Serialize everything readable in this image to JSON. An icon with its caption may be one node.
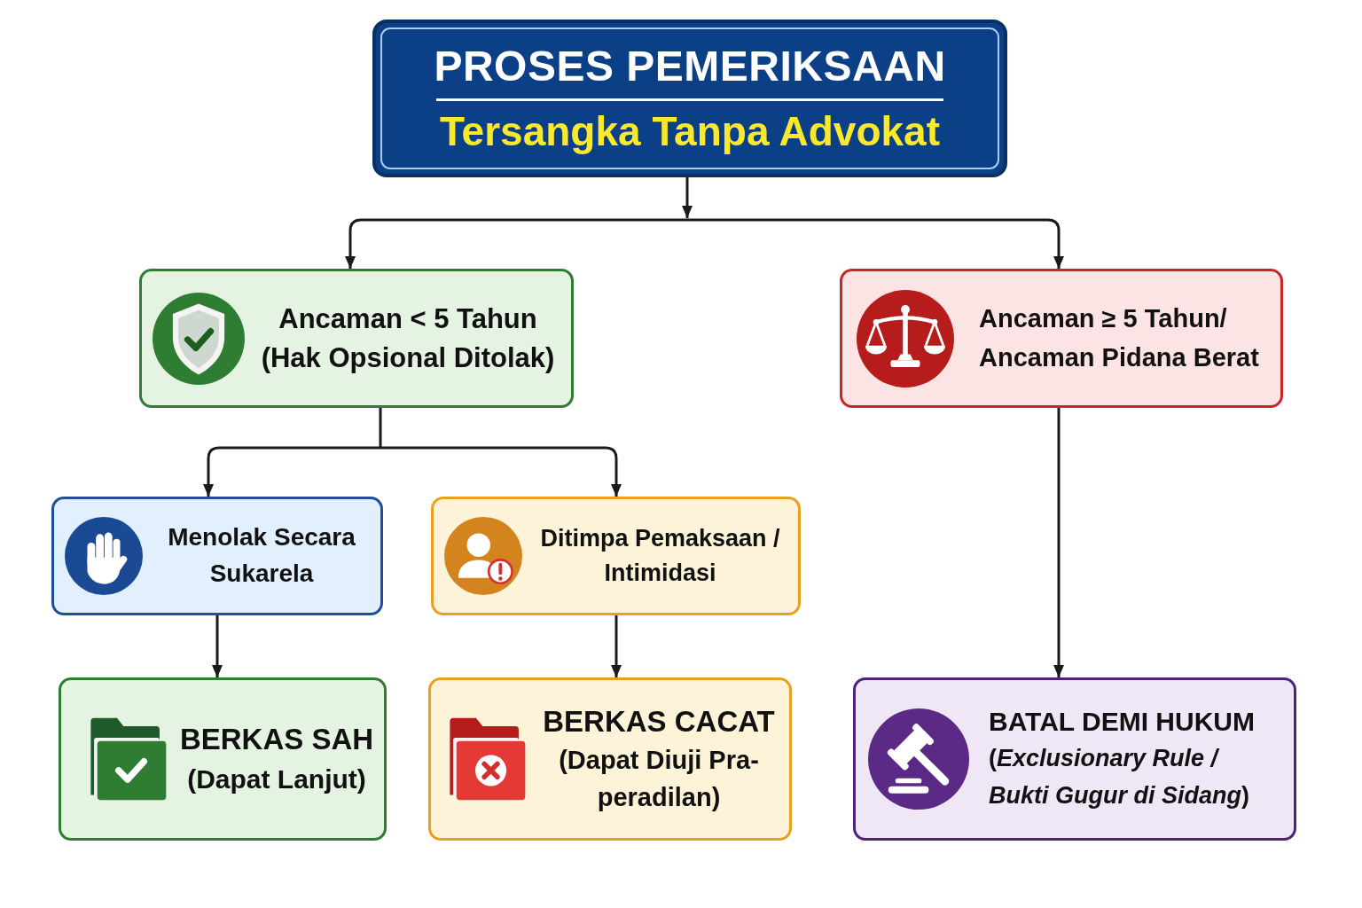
{
  "diagram": {
    "nodes": [
      {
        "text": [
          "PROSES PEMERIKSAAN",
          "Tersangka Tanpa Advokat"
        ]
      },
      {
        "text": [
          "Ancaman < 5 Tahun",
          "(Hak Opsional Ditolak)"
        ]
      },
      {
        "text": [
          "Ancaman ≥ 5 Tahun/ Ancaman Pidana Berat"
        ]
      },
      {
        "text": [
          "Menolak Secara Sukarela"
        ]
      },
      {
        "text": [
          "Ditimpa Pemaksaan / Intimidasi"
        ]
      },
      {
        "text": [
          "BERKAS SAH",
          "(Dapat Lanjut)"
        ]
      },
      {
        "text": [
          "BERKAS CACAT",
          "(Dapat Diuji Pra-peradilan)"
        ]
      },
      {
        "text": [
          "BATAL DEMI HUKUM",
          "(*Exclusionary Rule / Bukti Gugur di Sidang*)"
        ]
      }
    ],
    "edges": [
      {
        "from": 0,
        "to": 1,
        "arrow": "to"
      },
      {
        "from": 0,
        "to": 2,
        "arrow": "to"
      },
      {
        "from": 1,
        "to": 3,
        "arrow": "to"
      },
      {
        "from": 1,
        "to": 4,
        "arrow": "to"
      },
      {
        "from": 3,
        "to": 5,
        "arrow": "to"
      },
      {
        "from": 4,
        "to": 6,
        "arrow": "to"
      },
      {
        "from": 2,
        "to": 7,
        "arrow": "to"
      }
    ]
  }
}
